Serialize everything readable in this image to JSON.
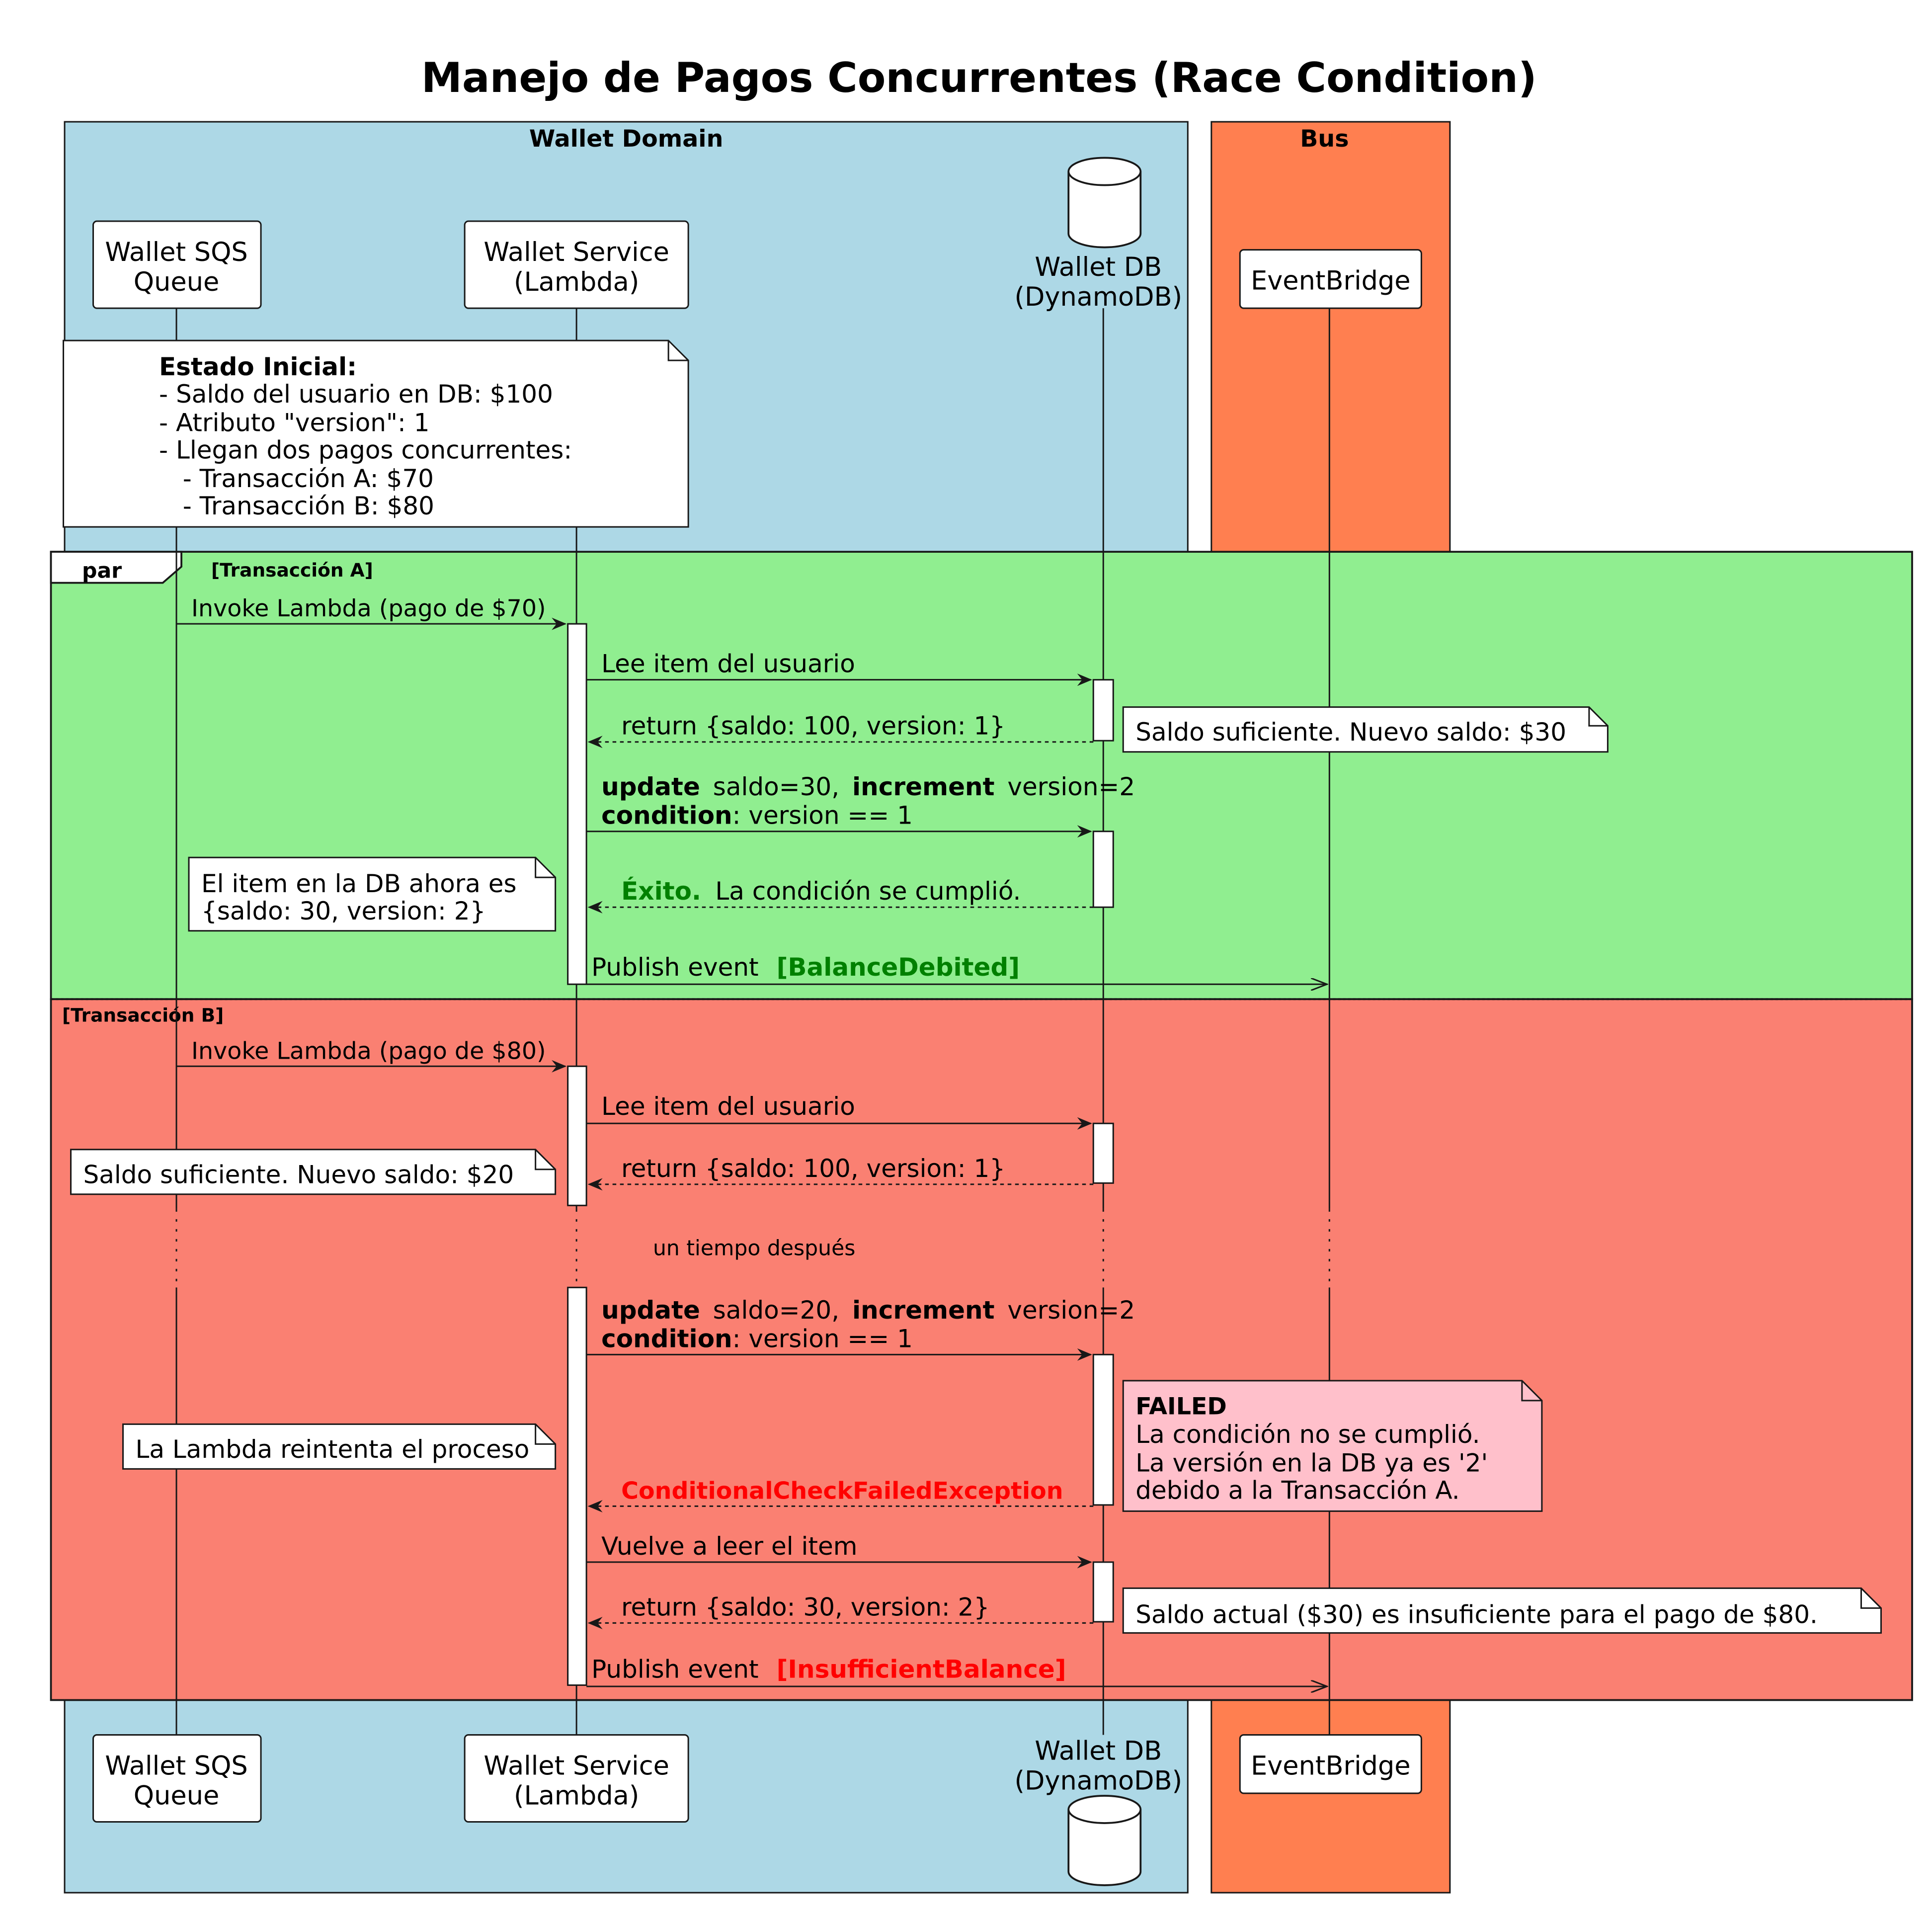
{
  "title": "Manejo de Pagos Concurrentes (Race Condition)",
  "colors": {
    "wallet_domain": "#ADD8E6",
    "bus": "#FF7F50",
    "transaccion_a": "#90EE90",
    "transaccion_b": "#FA8072",
    "failed_note": "#FFC0CB",
    "success_text": "#008000",
    "error_text": "#FF0000"
  },
  "boxes": {
    "wallet_domain": "Wallet Domain",
    "bus": "Bus"
  },
  "participants": {
    "sqs": {
      "line1": "Wallet SQS",
      "line2": "Queue",
      "icon": "participant-box"
    },
    "service": {
      "line1": "Wallet Service",
      "line2": "(Lambda)",
      "icon": "participant-box"
    },
    "db": {
      "line1": "Wallet DB",
      "line2": "(DynamoDB)",
      "icon": "database-icon"
    },
    "eventbridge": {
      "line1": "EventBridge",
      "icon": "participant-box"
    }
  },
  "initial_note": {
    "heading": "Estado Inicial:",
    "lines": [
      "- Saldo del usuario en DB: $100",
      "- Atributo \"version\": 1",
      "- Llegan dos pagos concurrentes:",
      "   - Transacción A: $70",
      "   - Transacción B: $80"
    ]
  },
  "par": {
    "keyword": "par",
    "guard_a": "[Transacción A]",
    "guard_b": "[Transacción B]"
  },
  "transaccion_a": {
    "invoke": "Invoke Lambda (pago de $70)",
    "read": "Lee item del usuario",
    "read_return": "return {saldo: 100, version: 1}",
    "note_balance": "Saldo suficiente. Nuevo saldo: $30",
    "update_kw1": "update",
    "update_mid": "saldo=30,",
    "update_kw2": "increment",
    "update_end": "version=2",
    "condition_kw": "condition",
    "condition_rest": ": version == 1",
    "success_kw": "Éxito.",
    "success_rest": "La condición se cumplió.",
    "note_db_1": "El item en la DB ahora es",
    "note_db_2": "{saldo: 30, version: 2}",
    "publish": "Publish event",
    "event": "[BalanceDebited]"
  },
  "transaccion_b": {
    "invoke": "Invoke Lambda (pago de $80)",
    "read": "Lee item del usuario",
    "read_return": "return {saldo: 100, version: 1}",
    "note_balance": "Saldo suficiente. Nuevo saldo: $20",
    "delay": "un tiempo después",
    "update_kw1": "update",
    "update_mid": "saldo=20,",
    "update_kw2": "increment",
    "update_end": "version=2",
    "condition_kw": "condition",
    "condition_rest": ": version == 1",
    "failed_title": "FAILED",
    "failed_lines": [
      "La condición no se cumplió.",
      "La versión en la DB ya es '2'",
      "debido a la Transacción A."
    ],
    "retry_note": "La Lambda reintenta el proceso",
    "exception": "ConditionalCheckFailedException",
    "reread": "Vuelve a leer el item",
    "reread_return": "return {saldo: 30, version: 2}",
    "note_insufficient": "Saldo actual ($30) es insuficiente para el pago de $80.",
    "publish": "Publish event",
    "event": "[InsufficientBalance]"
  }
}
